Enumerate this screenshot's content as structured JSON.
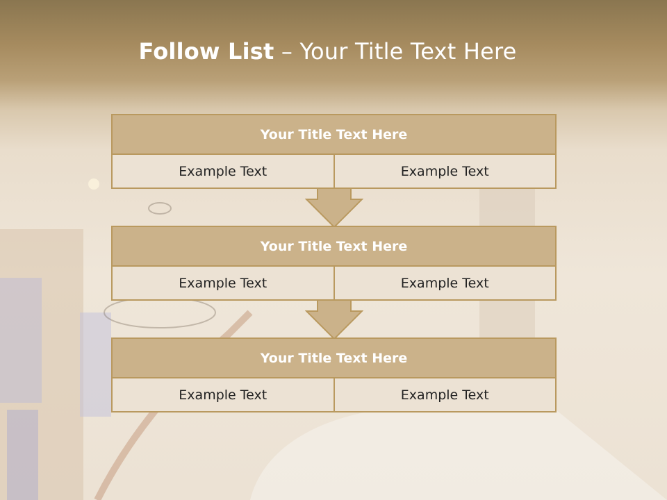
{
  "slide": {
    "title_bold": "Follow List",
    "title_rest": " – Your Title Text Here"
  },
  "steps": [
    {
      "title": "Your Title Text Here",
      "left": "Example Text",
      "right": "Example Text"
    },
    {
      "title": "Your Title Text Here",
      "left": "Example Text",
      "right": "Example Text"
    },
    {
      "title": "Your Title Text Here",
      "left": "Example Text",
      "right": "Example Text"
    }
  ],
  "colors": {
    "header_fill": "#cbb28a",
    "border": "#b9995f",
    "cell_fill": "#ece2d4"
  }
}
